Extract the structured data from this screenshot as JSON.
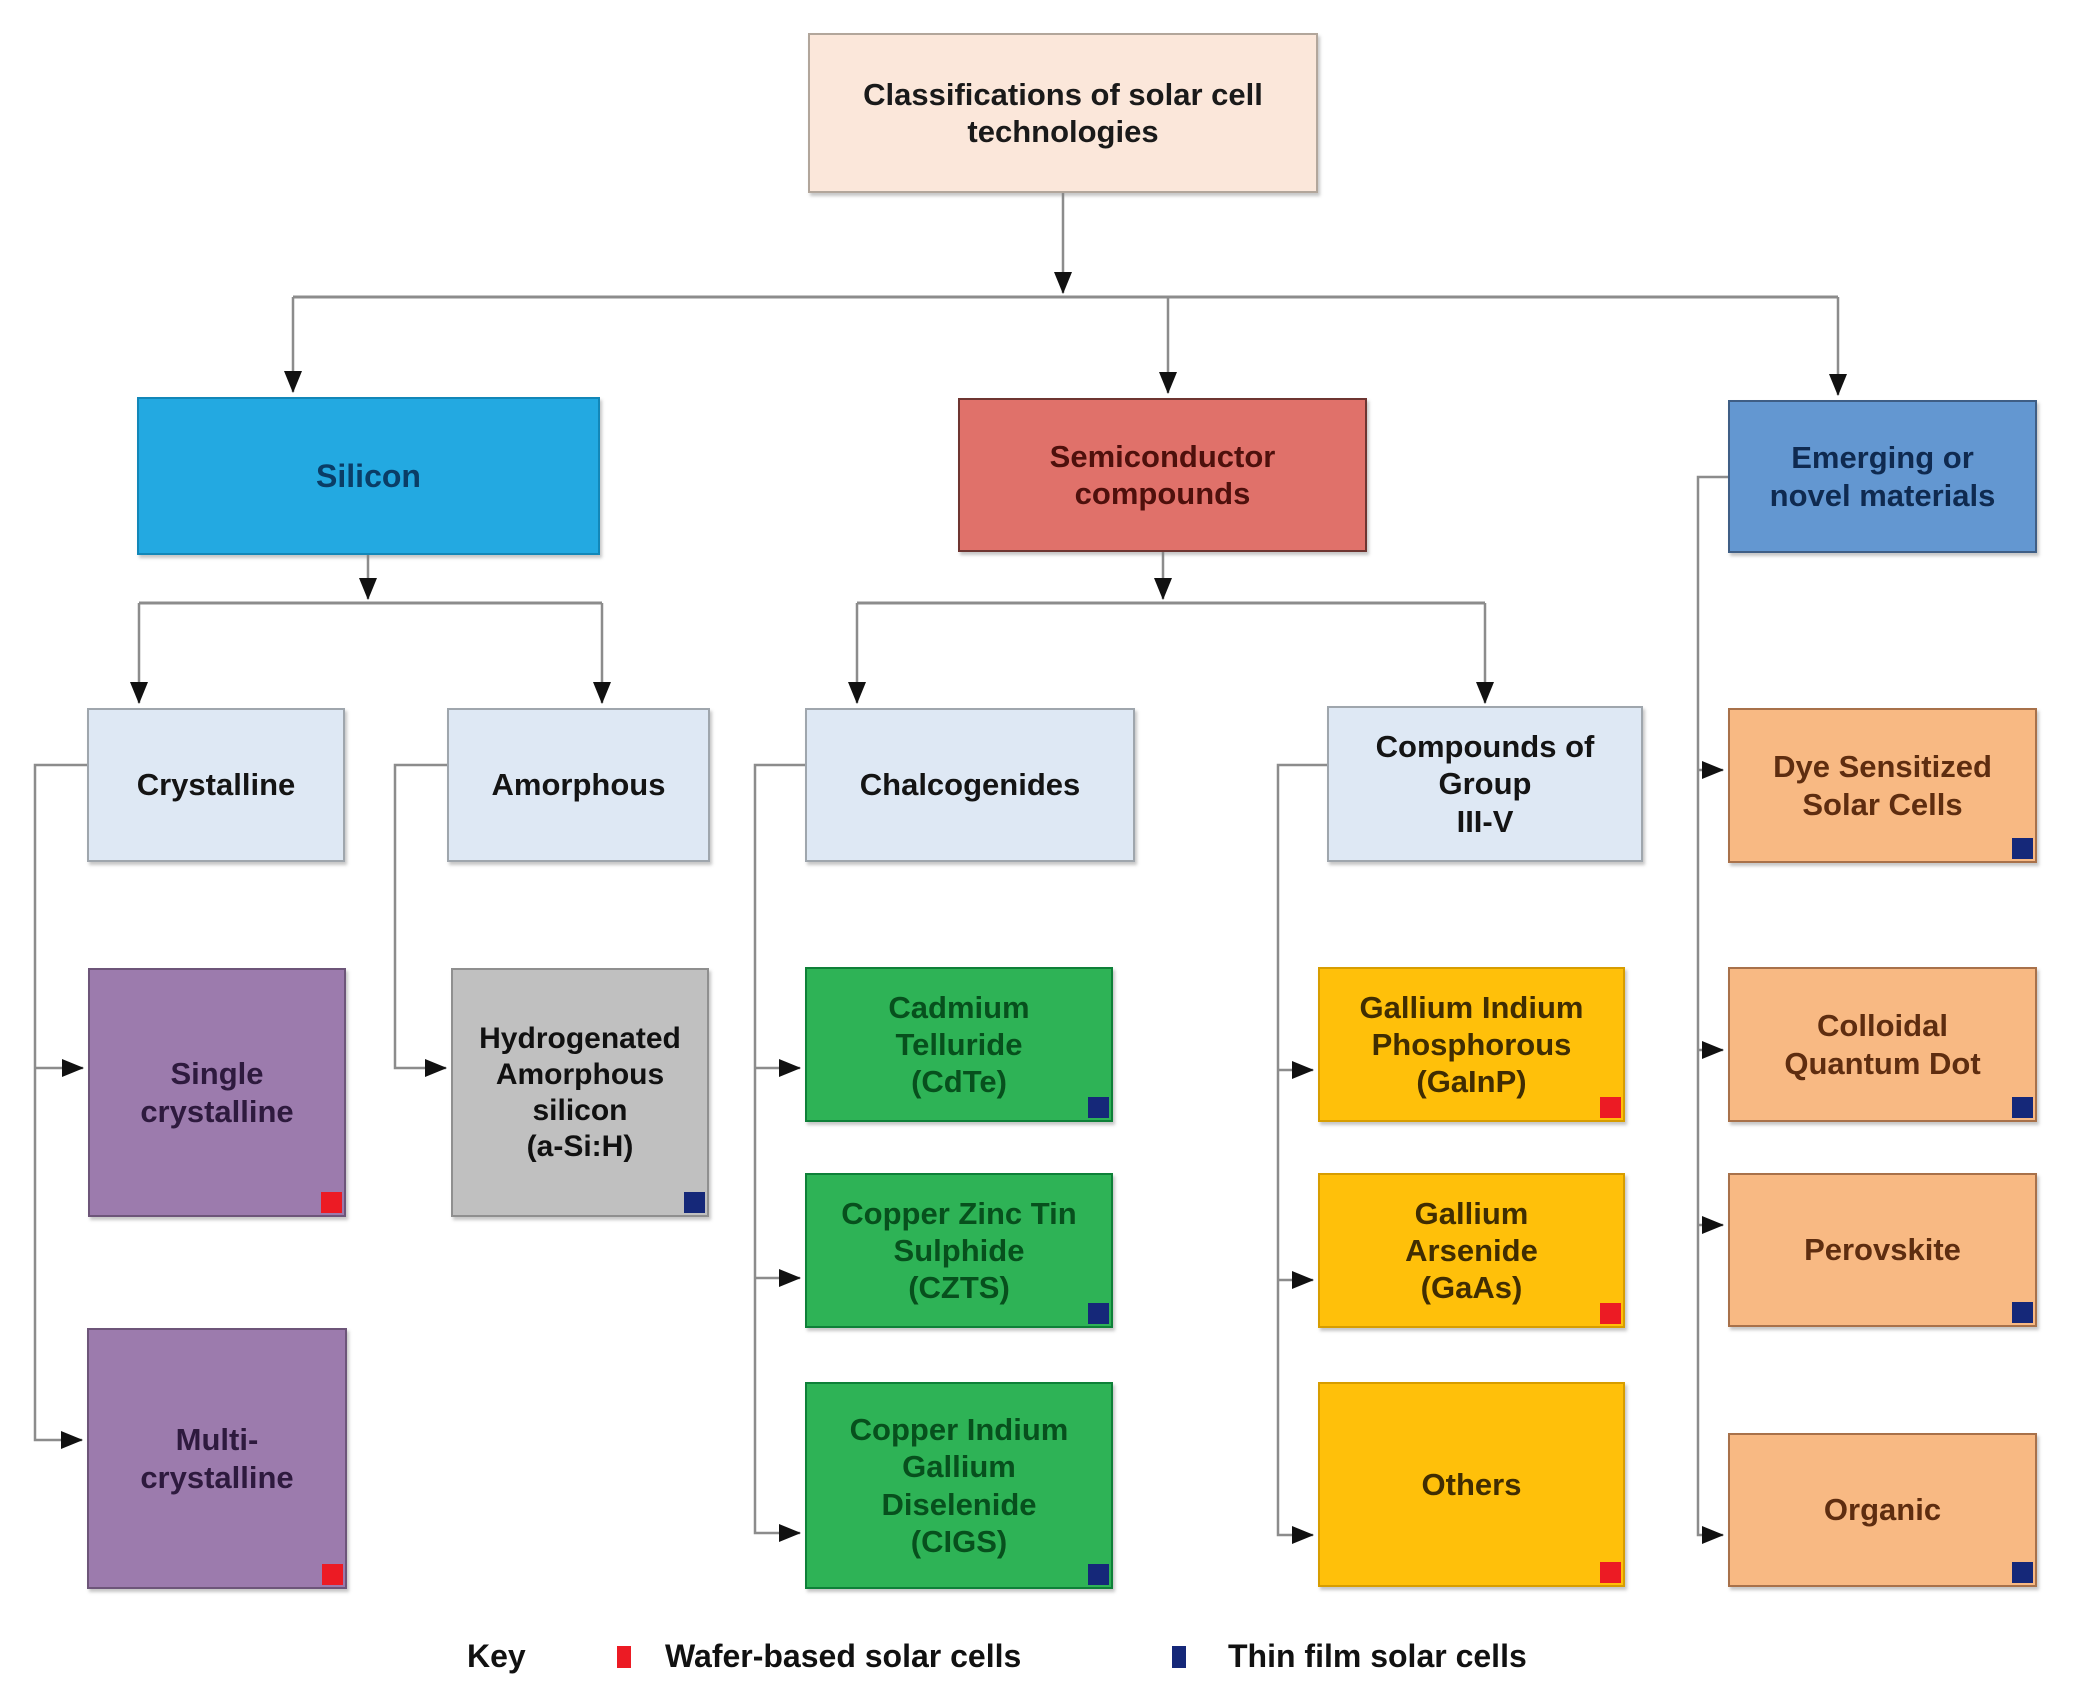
{
  "diagram": {
    "type": "hierarchy-flowchart",
    "nodes": {
      "root": {
        "label": "Classifications of solar cell\ntechnologies",
        "level": 0,
        "marker": "none"
      },
      "silicon": {
        "label": "Silicon",
        "level": 1,
        "parent": "root",
        "marker": "none"
      },
      "semiconductor": {
        "label": "Semiconductor\ncompounds",
        "level": 1,
        "parent": "root",
        "marker": "none"
      },
      "emerging": {
        "label": "Emerging or\nnovel materials",
        "level": 1,
        "parent": "root",
        "marker": "none"
      },
      "crystalline": {
        "label": "Crystalline",
        "level": 2,
        "parent": "silicon",
        "marker": "none"
      },
      "amorphous": {
        "label": "Amorphous",
        "level": 2,
        "parent": "silicon",
        "marker": "none"
      },
      "chalcogenides": {
        "label": "Chalcogenides",
        "level": 2,
        "parent": "semiconductor",
        "marker": "none"
      },
      "compounds": {
        "label": "Compounds of\nGroup\nIII-V",
        "level": 2,
        "parent": "semiconductor",
        "marker": "none"
      },
      "single": {
        "label": "Single\ncrystalline",
        "level": 3,
        "parent": "crystalline",
        "marker": "wafer"
      },
      "multi": {
        "label": "Multi-\ncrystalline",
        "level": 3,
        "parent": "crystalline",
        "marker": "wafer"
      },
      "hydrogenated": {
        "label": "Hydrogenated\nAmorphous\nsilicon\n(a-Si:H)",
        "level": 3,
        "parent": "amorphous",
        "marker": "thin_film"
      },
      "cdte": {
        "label": "Cadmium\nTelluride\n(CdTe)",
        "level": 3,
        "parent": "chalcogenides",
        "marker": "thin_film"
      },
      "czts": {
        "label": "Copper Zinc Tin\nSulphide\n(CZTS)",
        "level": 3,
        "parent": "chalcogenides",
        "marker": "thin_film"
      },
      "cigs": {
        "label": "Copper Indium\nGallium\nDiselenide\n(CIGS)",
        "level": 3,
        "parent": "chalcogenides",
        "marker": "thin_film"
      },
      "gainp": {
        "label": "Gallium Indium\nPhosphorous\n(GaInP)",
        "level": 3,
        "parent": "compounds",
        "marker": "wafer"
      },
      "gaas": {
        "label": "Gallium\nArsenide\n(GaAs)",
        "level": 3,
        "parent": "compounds",
        "marker": "wafer"
      },
      "others": {
        "label": "Others",
        "level": 3,
        "parent": "compounds",
        "marker": "wafer"
      },
      "dye": {
        "label": "Dye Sensitized\nSolar Cells",
        "level": 2,
        "parent": "emerging",
        "marker": "thin_film"
      },
      "colloidal": {
        "label": "Colloidal\nQuantum Dot",
        "level": 2,
        "parent": "emerging",
        "marker": "thin_film"
      },
      "perovskite": {
        "label": "Perovskite",
        "level": 2,
        "parent": "emerging",
        "marker": "thin_film"
      },
      "organic": {
        "label": "Organic",
        "level": 2,
        "parent": "emerging",
        "marker": "thin_film"
      }
    },
    "key": {
      "title": "Key",
      "wafer_label": "Wafer-based solar cells",
      "thin_film_label": "Thin film solar cells"
    },
    "colors": {
      "root_bg": "#FBE7DA",
      "silicon_bg": "#23A9E1",
      "semiconductor_bg": "#E0716A",
      "emerging_bg": "#6397D1",
      "subtype_bg": "#DEE8F4",
      "crystalline_child_bg": "#9C7BAD",
      "amorphous_child_bg": "#C0C0C0",
      "chalcogenide_child_bg": "#2EB356",
      "group_iii_v_child_bg": "#FFC00A",
      "emerging_child_bg": "#F8B983",
      "wafer_marker": "#EC1B24",
      "thin_film_marker": "#152879",
      "connector_line": "#8C8C8C",
      "arrowhead": "#111111"
    }
  }
}
